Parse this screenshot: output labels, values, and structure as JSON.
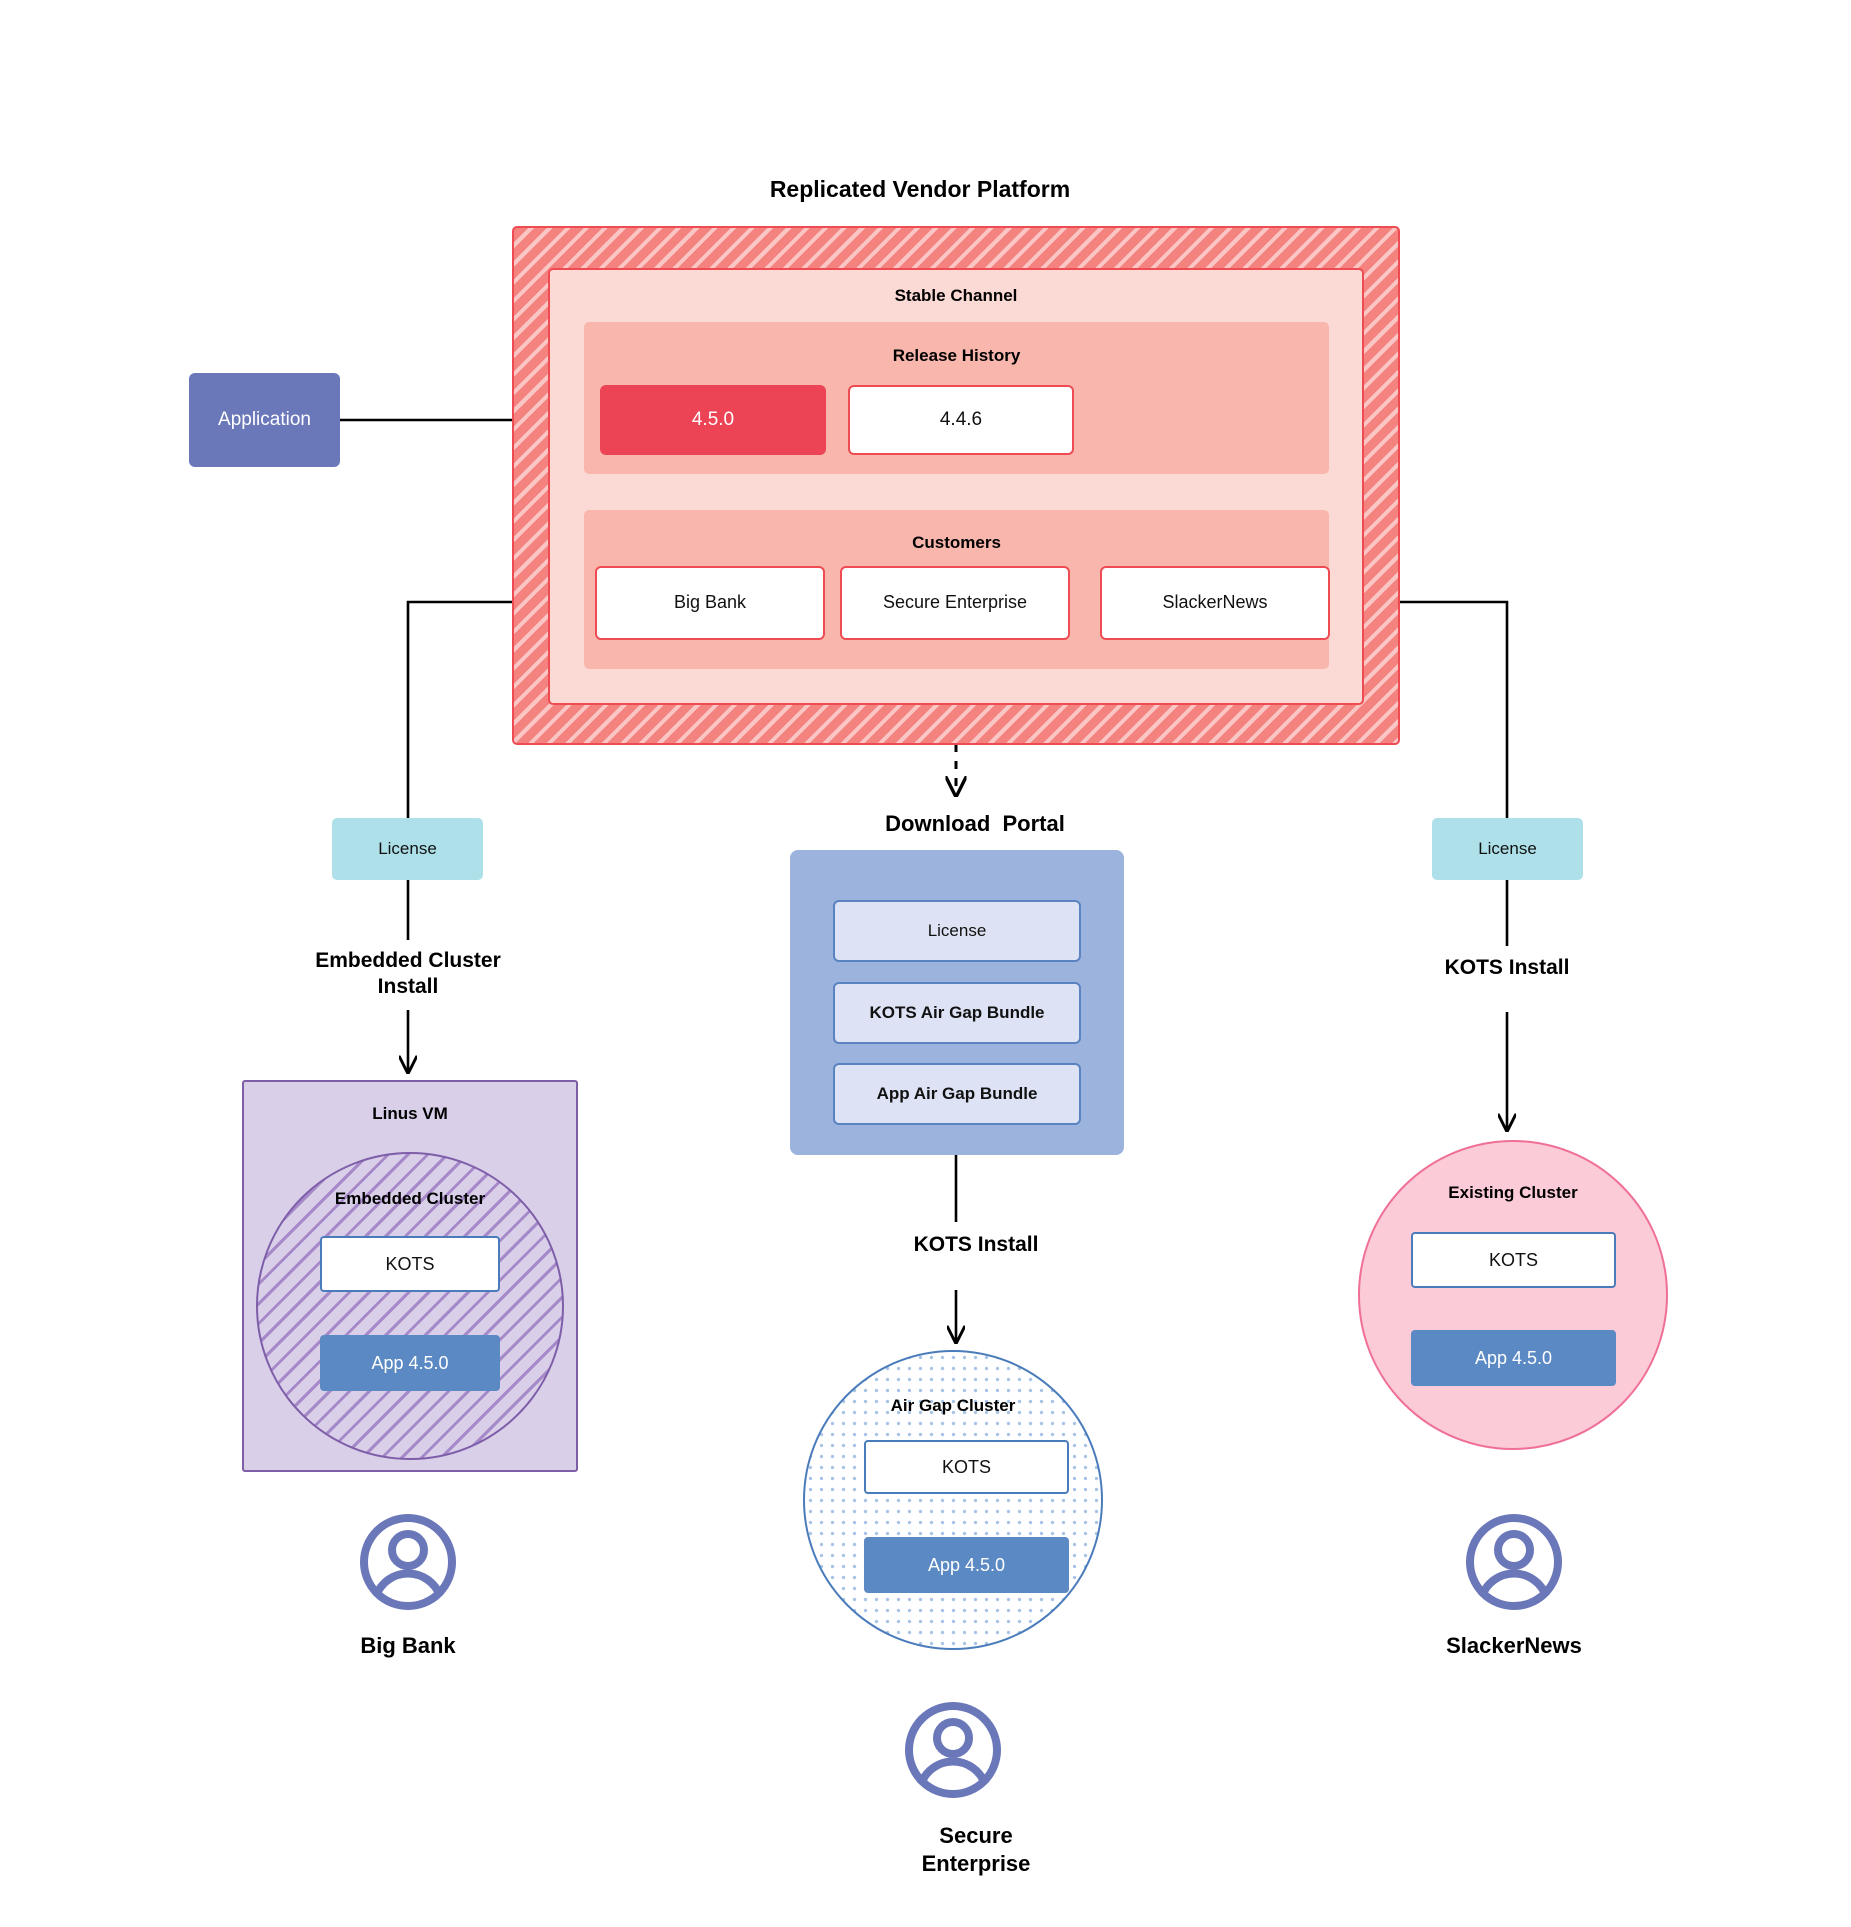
{
  "title": "Replicated Vendor Platform",
  "platform": {
    "channel": {
      "title": "Stable Channel",
      "release_history": {
        "title": "Release History",
        "releases": [
          {
            "version": "4.5.0",
            "state": "current"
          },
          {
            "version": "4.4.6",
            "state": "previous"
          }
        ]
      },
      "customers": {
        "title": "Customers",
        "items": [
          {
            "name": "Big Bank"
          },
          {
            "name": "Secure\nEnterprise"
          },
          {
            "name": "SlackerNews"
          }
        ]
      }
    }
  },
  "application_node": {
    "label": "Application"
  },
  "licenses": {
    "left_label": "License",
    "right_label": "License"
  },
  "captions": {
    "embedded_cluster_install": "Embedded Cluster\nInstall",
    "kots_install_right": "KOTS Install",
    "kots_install_center": "KOTS Install"
  },
  "download_portal": {
    "title": "Download  Portal",
    "items": [
      {
        "label": "License"
      },
      {
        "label": "KOTS Air Gap Bundle"
      },
      {
        "label": "App Air Gap Bundle"
      }
    ]
  },
  "left_branch": {
    "vm_title": "Linus VM",
    "cluster_title": "Embedded Cluster",
    "kots_label": "KOTS",
    "app_label": "App 4.5.0",
    "persona": "Big Bank",
    "persona_icon": "user-avatar-icon"
  },
  "center_branch": {
    "cluster_title": "Air Gap Cluster",
    "kots_label": "KOTS",
    "app_label": "App 4.5.0",
    "persona": "Secure\nEnterprise",
    "persona_icon": "user-avatar-icon"
  },
  "right_branch": {
    "cluster_title": "Existing Cluster",
    "kots_label": "KOTS",
    "app_label": "App 4.5.0",
    "persona": "SlackerNews",
    "persona_icon": "user-avatar-icon"
  },
  "colors": {
    "platform_hatch": "#f4827f",
    "platform_border": "#ef4b52",
    "channel_fill": "#fbd9d5",
    "section_fill": "#f8b6ad",
    "release_current": "#ec4455",
    "application_fill": "#6a77b9",
    "license_fill": "#ade0e9",
    "portal_fill": "#9bb3dd",
    "portal_item_fill": "#dde3f4",
    "vm_fill": "#d9cfe9",
    "vm_border": "#7e5ea8",
    "existing_cluster_fill": "#fbcbd8",
    "existing_cluster_border": "#ef6f96",
    "airgap_border": "#4a7cbb",
    "app_fill": "#5b89c4",
    "avatar_stroke": "#6a77b9",
    "connector": "#000000"
  }
}
